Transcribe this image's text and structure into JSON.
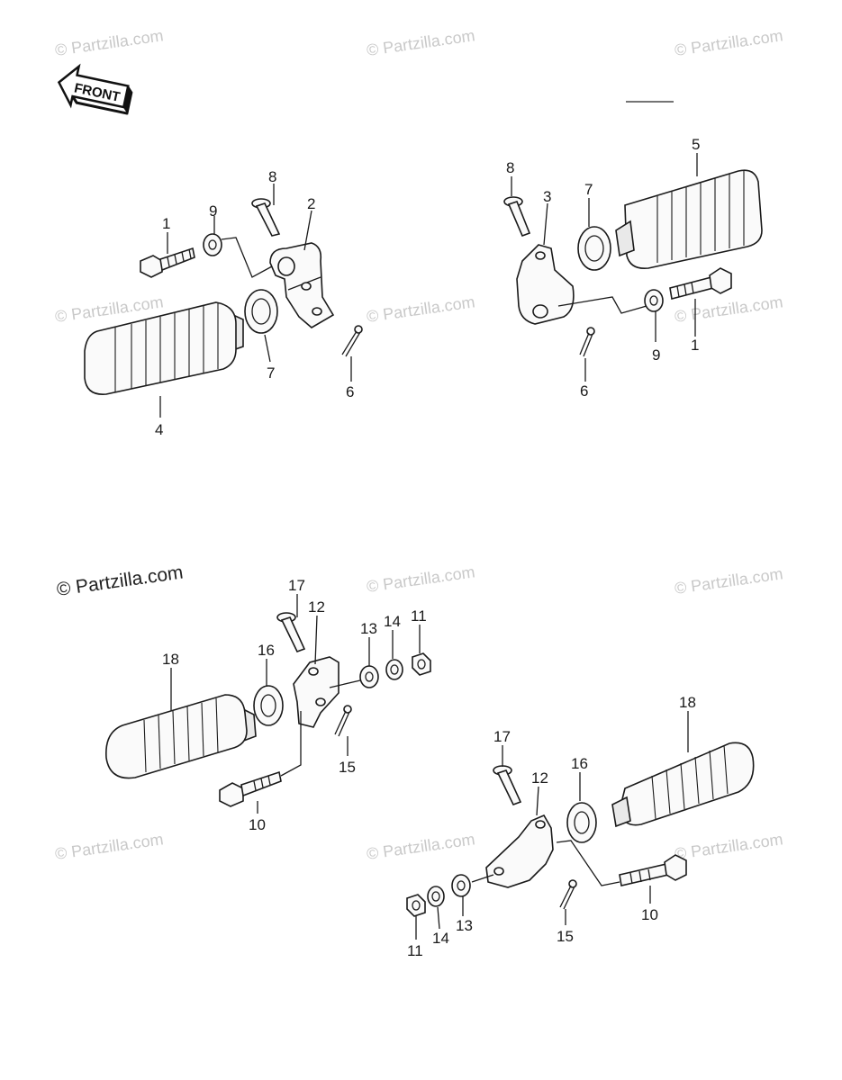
{
  "front_arrow": {
    "label": "FRONT"
  },
  "watermarks": [
    "© Partzilla.com",
    "© Partzilla.com",
    "© Partzilla.com",
    "© Partzilla.com",
    "© Partzilla.com",
    "© Partzilla.com",
    "© Partzilla.com",
    "© Partzilla.com",
    "© Partzilla.com",
    "© Partzilla.com",
    "© Partzilla.com",
    "© Partzilla.com"
  ],
  "callouts": {
    "upper_left": [
      "1",
      "9",
      "8",
      "2",
      "7",
      "6",
      "4"
    ],
    "upper_right": [
      "8",
      "3",
      "7",
      "5",
      "9",
      "1",
      "6"
    ],
    "lower_left": [
      "17",
      "12",
      "13",
      "14",
      "11",
      "18",
      "16",
      "15",
      "10"
    ],
    "lower_right": [
      "17",
      "12",
      "16",
      "18",
      "15",
      "10",
      "11",
      "14",
      "13"
    ]
  }
}
